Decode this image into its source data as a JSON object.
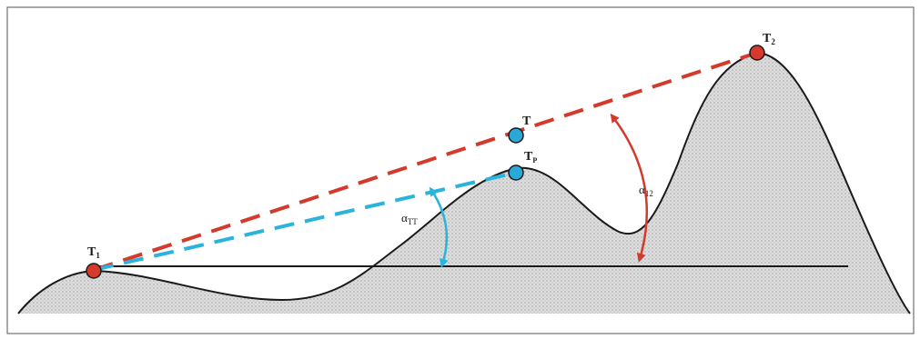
{
  "diagram": {
    "points": {
      "t1": {
        "label": "T",
        "sub": "1"
      },
      "t2": {
        "label": "T",
        "sub": "2"
      },
      "t": {
        "label": "T",
        "sub": ""
      },
      "tp": {
        "label": "T",
        "sub": "P"
      }
    },
    "angles": {
      "alpha12": {
        "symbol": "α",
        "sub": "12"
      },
      "alphaTT": {
        "symbol": "α",
        "sub": "TT"
      }
    },
    "colors": {
      "sight_line_red": "#d43a2c",
      "sight_line_blue": "#2ab4dc",
      "point_red": "#d63a2c",
      "point_blue": "#2aa8d8",
      "terrain_fill": "#d9d9d9",
      "terrain_outline": "#1a1a1a",
      "frame": "#555555"
    }
  }
}
